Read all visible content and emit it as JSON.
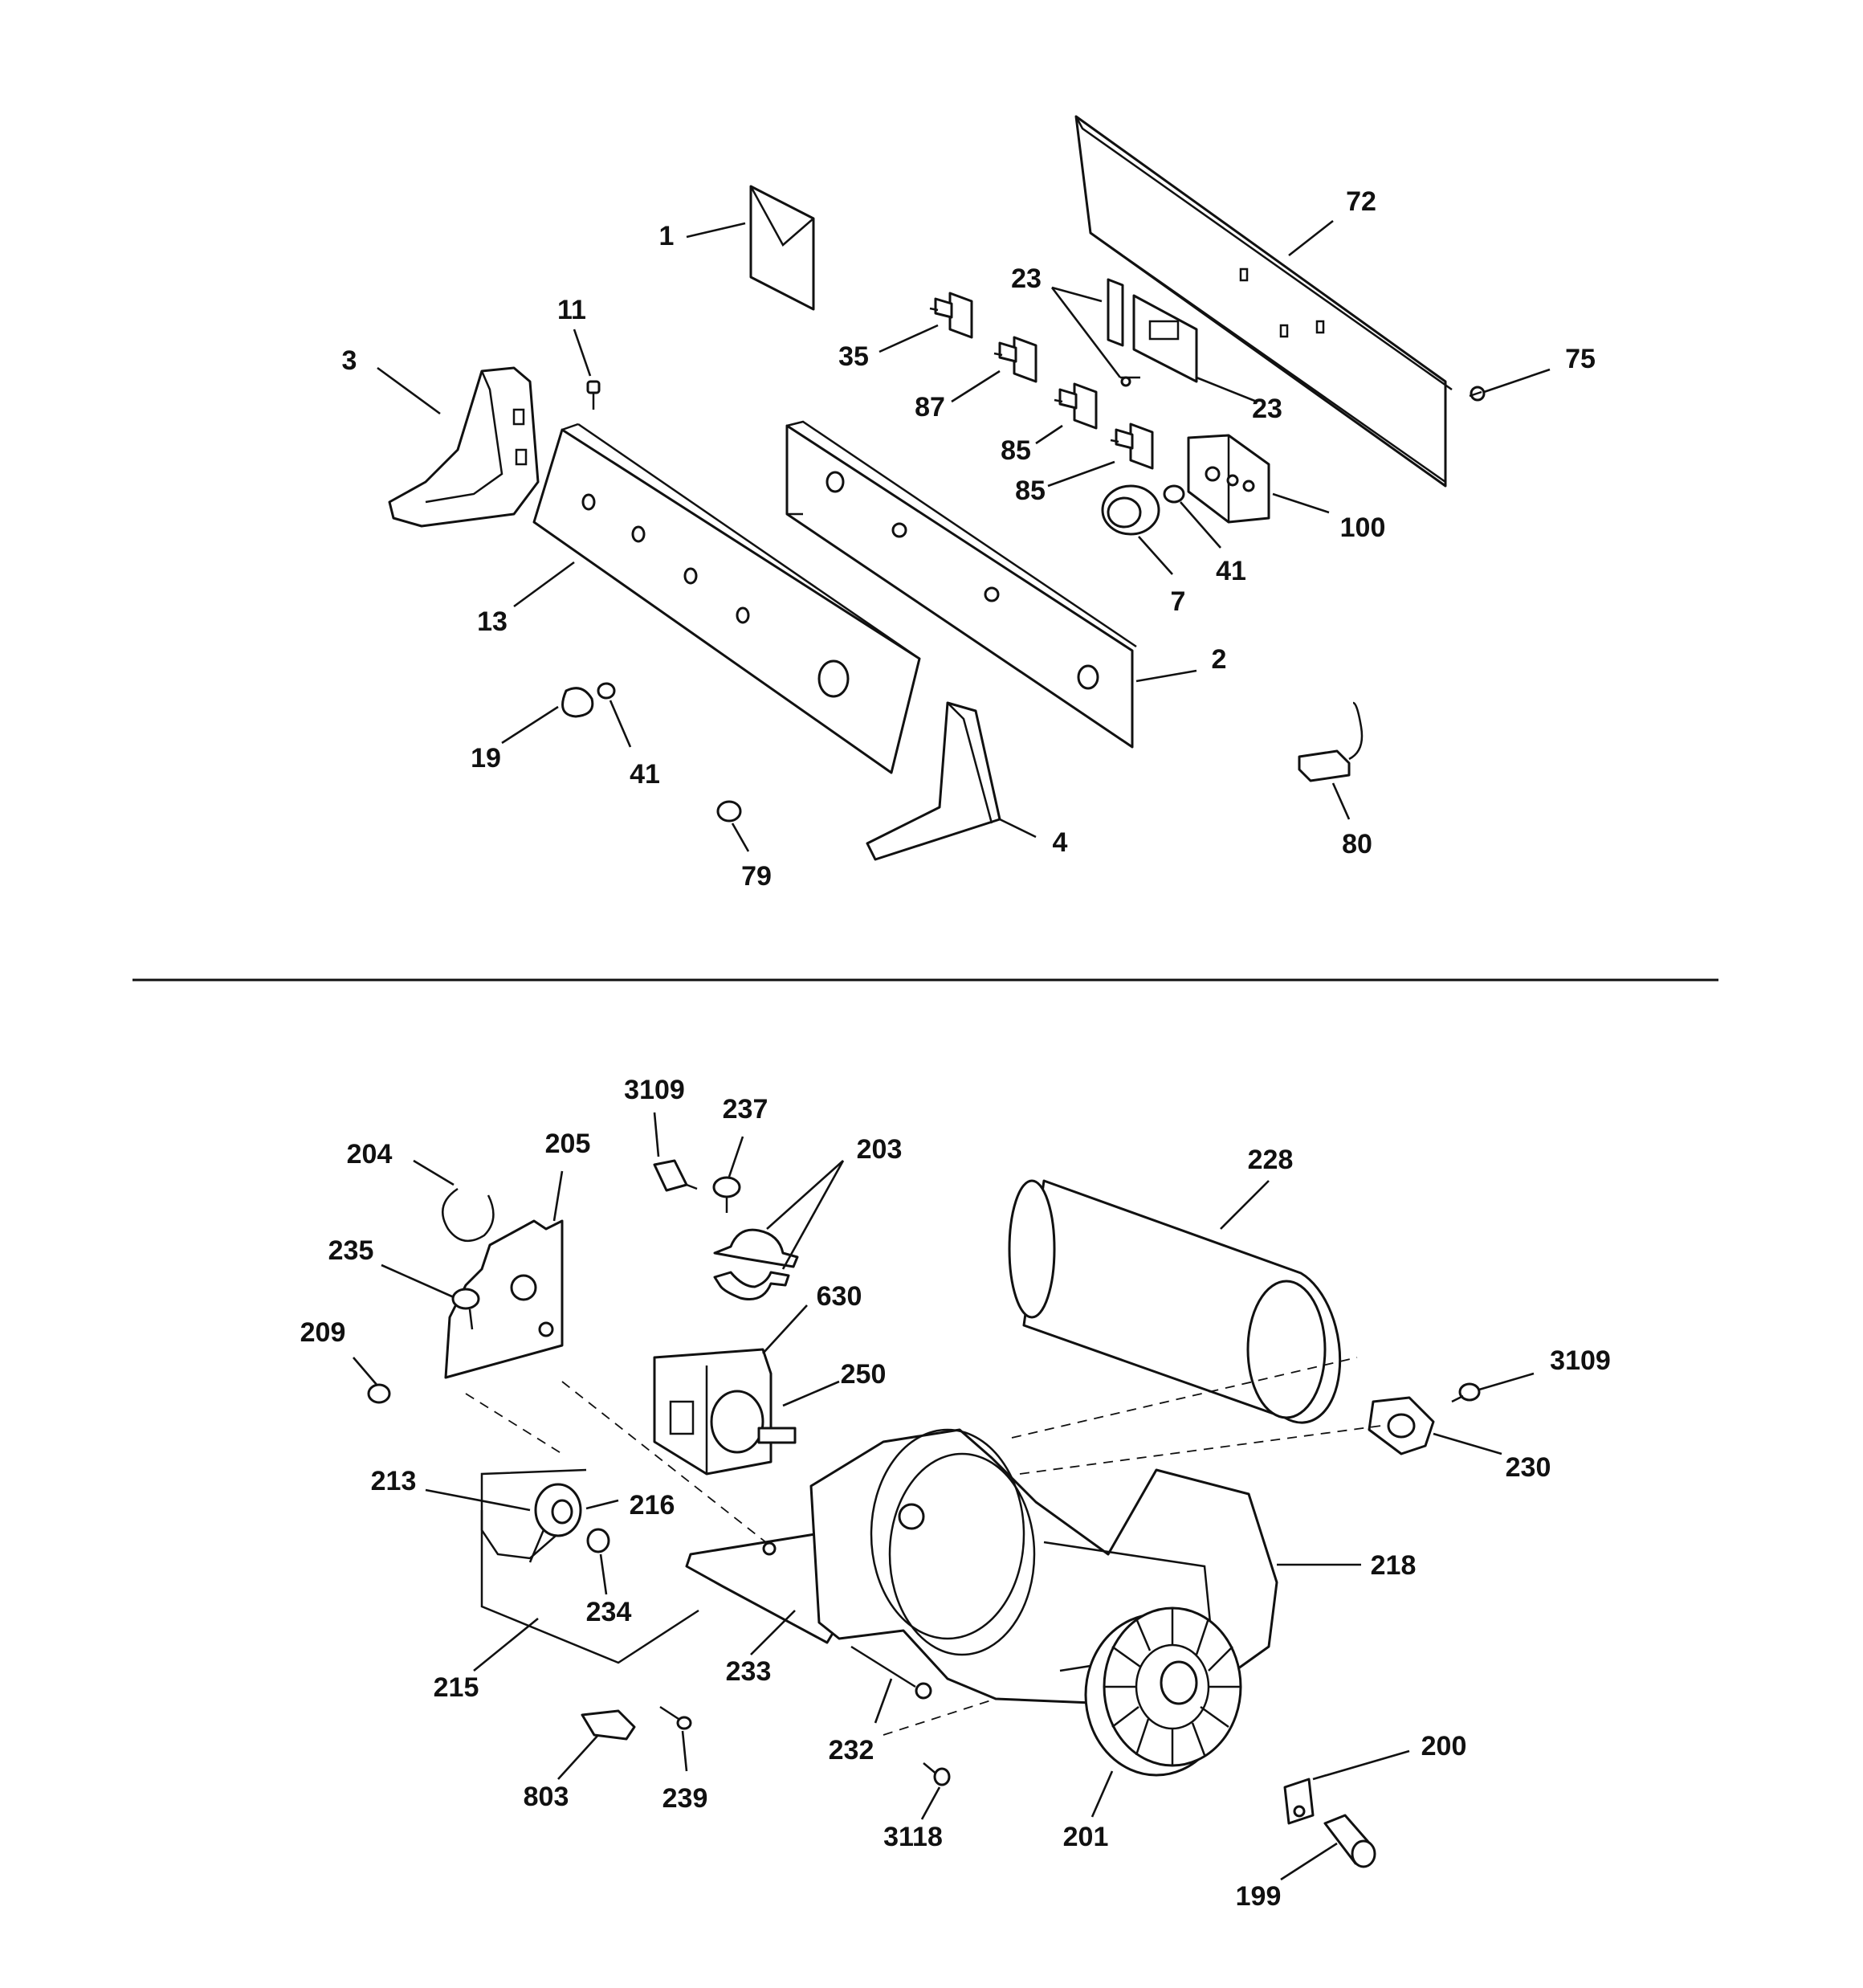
{
  "upper_labels": {
    "p1": "1",
    "p72": "72",
    "p23a": "23",
    "p11": "11",
    "p3": "3",
    "p35": "35",
    "p87": "87",
    "p23b": "23",
    "p75": "75",
    "p85a": "85",
    "p85b": "85",
    "p100": "100",
    "p41a": "41",
    "p7": "7",
    "p13": "13",
    "p2": "2",
    "p19": "19",
    "p41b": "41",
    "p80": "80",
    "p4": "4",
    "p79": "79"
  },
  "lower_labels": {
    "p3109a": "3109",
    "p237": "237",
    "p203": "203",
    "p228": "228",
    "p204": "204",
    "p205": "205",
    "p235": "235",
    "p630": "630",
    "p209": "209",
    "p250": "250",
    "p3109b": "3109",
    "p230": "230",
    "p213": "213",
    "p216": "216",
    "p218": "218",
    "p234": "234",
    "p215": "215",
    "p233": "233",
    "p232": "232",
    "p200": "200",
    "p803": "803",
    "p239": "239",
    "p3118": "3118",
    "p201": "201",
    "p199": "199"
  }
}
